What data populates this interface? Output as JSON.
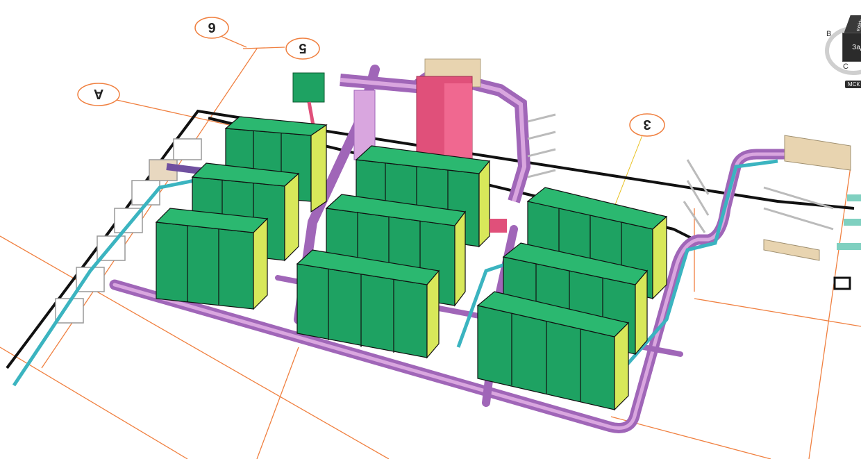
{
  "grid_bubbles": [
    {
      "id": "6",
      "label": "6"
    },
    {
      "id": "5",
      "label": "5"
    },
    {
      "id": "A",
      "label": "A"
    },
    {
      "id": "3",
      "label": "3"
    }
  ],
  "viewcube": {
    "top_label": "xдоэ",
    "face_label": "Зад",
    "compass_west": "В",
    "compass_south": "С",
    "ucs_button": "МСК"
  },
  "colors": {
    "equipment": "#1ea262",
    "equipment_side": "#d8e85a",
    "duct_main": "#a066b8",
    "duct_light": "#d9a6df",
    "duct_red": "#e0507a",
    "duct_cyan": "#3bb4c0",
    "grid_line": "#f08040",
    "wall": "#111111"
  }
}
